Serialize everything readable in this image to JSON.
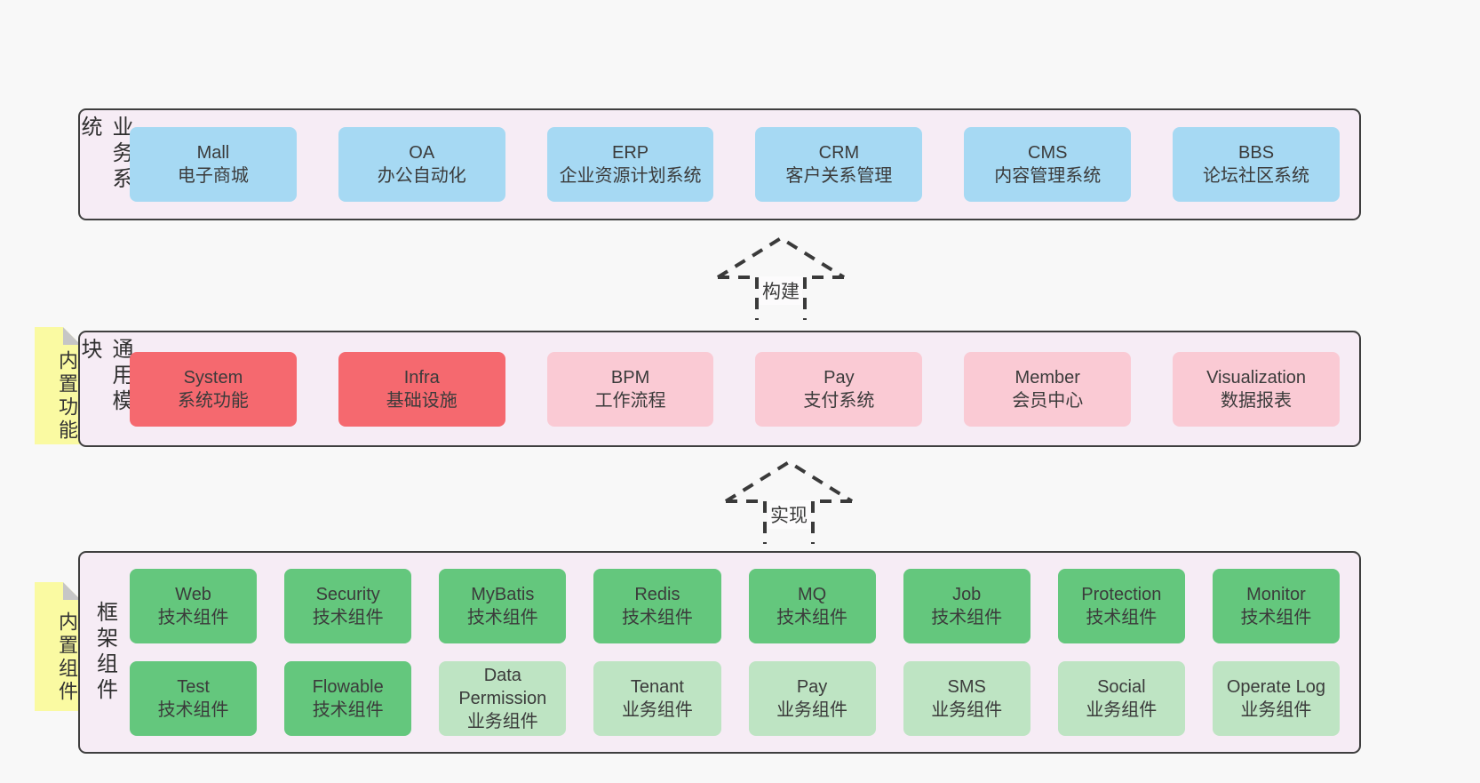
{
  "colors": {
    "page-bg": "#f8f8f8",
    "panel-bg": "#f6ecf5",
    "panel-border": "#3f3f3f",
    "blue": "#a6d9f3",
    "red": "#f5696f",
    "pink": "#facad4",
    "green": "#64c77d",
    "green-light": "#bee4c3",
    "note-yellow": "#fafaa2",
    "note-fold": "#c6c6c6",
    "text": "#3b3b3b"
  },
  "arrows": [
    {
      "label": "构建"
    },
    {
      "label": "实现"
    }
  ],
  "notes": [
    {
      "label": "内置功能"
    },
    {
      "label": "内置组件"
    }
  ],
  "layers": [
    {
      "label": "业务系统",
      "rows": [
        [
          {
            "title": "Mall",
            "subtitle": "电子商城"
          },
          {
            "title": "OA",
            "subtitle": "办公自动化"
          },
          {
            "title": "ERP",
            "subtitle": "企业资源计划系统"
          },
          {
            "title": "CRM",
            "subtitle": "客户关系管理"
          },
          {
            "title": "CMS",
            "subtitle": "内容管理系统"
          },
          {
            "title": "BBS",
            "subtitle": "论坛社区系统"
          }
        ]
      ]
    },
    {
      "label": "通用模块",
      "rows": [
        [
          {
            "title": "System",
            "subtitle": "系统功能"
          },
          {
            "title": "Infra",
            "subtitle": "基础设施"
          },
          {
            "title": "BPM",
            "subtitle": "工作流程"
          },
          {
            "title": "Pay",
            "subtitle": "支付系统"
          },
          {
            "title": "Member",
            "subtitle": "会员中心"
          },
          {
            "title": "Visualization",
            "subtitle": "数据报表"
          }
        ]
      ]
    },
    {
      "label": "框架组件",
      "rows": [
        [
          {
            "title": "Web",
            "subtitle": "技术组件"
          },
          {
            "title": "Security",
            "subtitle": "技术组件"
          },
          {
            "title": "MyBatis",
            "subtitle": "技术组件"
          },
          {
            "title": "Redis",
            "subtitle": "技术组件"
          },
          {
            "title": "MQ",
            "subtitle": "技术组件"
          },
          {
            "title": "Job",
            "subtitle": "技术组件"
          },
          {
            "title": "Protection",
            "subtitle": "技术组件"
          },
          {
            "title": "Monitor",
            "subtitle": "技术组件"
          }
        ],
        [
          {
            "title": "Test",
            "subtitle": "技术组件"
          },
          {
            "title": "Flowable",
            "subtitle": "技术组件"
          },
          {
            "title": "Data Permission",
            "subtitle": "业务组件"
          },
          {
            "title": "Tenant",
            "subtitle": "业务组件"
          },
          {
            "title": "Pay",
            "subtitle": "业务组件"
          },
          {
            "title": "SMS",
            "subtitle": "业务组件"
          },
          {
            "title": "Social",
            "subtitle": "业务组件"
          },
          {
            "title": "Operate Log",
            "subtitle": "业务组件"
          }
        ]
      ]
    }
  ]
}
